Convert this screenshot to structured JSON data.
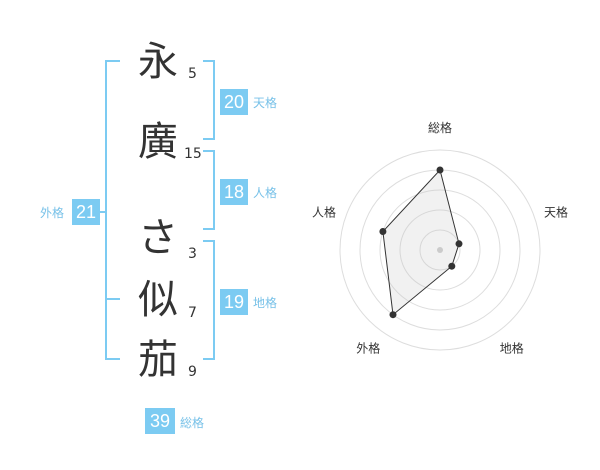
{
  "name": {
    "chars": [
      {
        "char": "永",
        "strokes": "5"
      },
      {
        "char": "廣",
        "strokes": "15"
      },
      {
        "char": "さ",
        "strokes": "3"
      },
      {
        "char": "似",
        "strokes": "7"
      },
      {
        "char": "茄",
        "strokes": "9"
      }
    ]
  },
  "fortunes": {
    "tenkaku": {
      "value": "20",
      "label": "天格"
    },
    "jinkaku": {
      "value": "18",
      "label": "人格"
    },
    "chikaku": {
      "value": "19",
      "label": "地格"
    },
    "gaikaku": {
      "value": "21",
      "label": "外格"
    },
    "soukaku": {
      "value": "39",
      "label": "総格"
    }
  },
  "colors": {
    "accent": "#7ccbf2",
    "label": "#77c1e8",
    "text": "#333333"
  },
  "chart_data": {
    "type": "radar",
    "axes": [
      "総格",
      "天格",
      "地格",
      "外格",
      "人格"
    ],
    "values": [
      4,
      1,
      1,
      4,
      3
    ],
    "max": 5,
    "rings": 5
  }
}
